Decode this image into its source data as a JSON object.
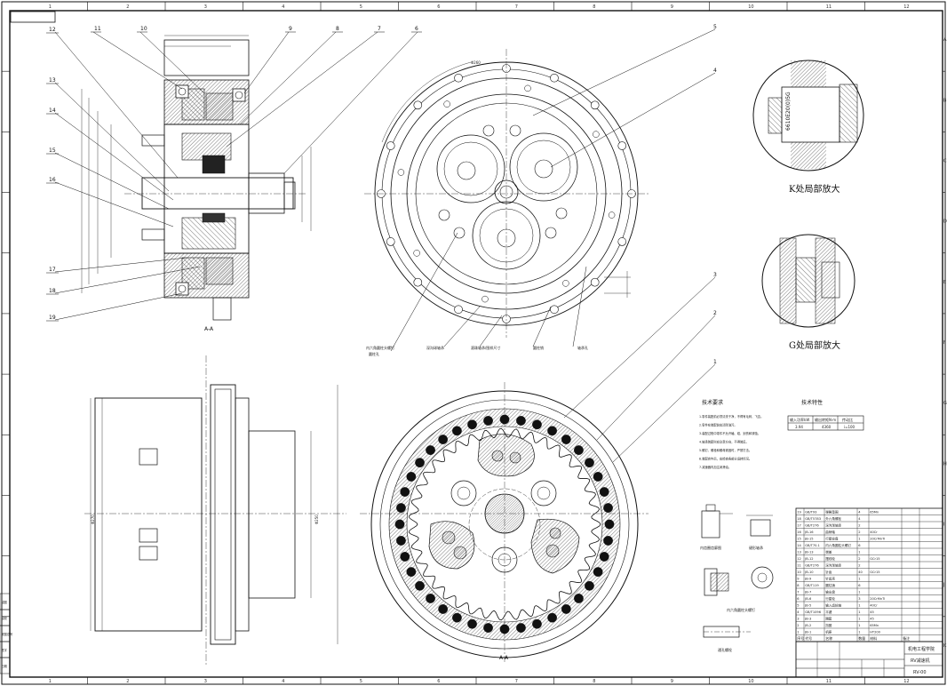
{
  "border": {
    "col_numbers": [
      "1",
      "2",
      "3",
      "4",
      "5",
      "6",
      "7",
      "8",
      "9",
      "10",
      "11",
      "12"
    ],
    "row_letters": [
      "A",
      "B",
      "C",
      "D",
      "E",
      "F",
      "G",
      "H",
      "I",
      "J",
      "K"
    ]
  },
  "section_view": {
    "callouts_left": [
      "12",
      "13",
      "14",
      "15",
      "16",
      "17",
      "18",
      "19"
    ],
    "callouts_top": [
      "11",
      "10",
      "9",
      "8",
      "7",
      "6"
    ],
    "section_label": "A-A"
  },
  "front_view": {
    "callouts": [
      "5",
      "4"
    ],
    "notes": [
      "内六角圆柱头螺钉",
      "深沟球轴承",
      "滚珠轴承/图样尺寸",
      "圆柱销",
      "轴承孔",
      "圆柱孔"
    ],
    "dimension_text": "Φ260"
  },
  "detail_k": {
    "part_text": "6610E20(0)5G",
    "title": "K处局部放大"
  },
  "detail_g": {
    "title": "G处局部放大"
  },
  "cross_section": {
    "callouts": [
      "3",
      "2",
      "1"
    ],
    "label": "A-A"
  },
  "side_view": {
    "dims": [
      "Φ270",
      "Φ250"
    ]
  },
  "tech_requirements": {
    "title": "技术要求",
    "lines": [
      "1.零件装配前必须清洗干净，不得有毛刺、飞边。",
      "2.零件在装配前应清除油污。",
      "3.装配过程中零件不允许磕、碰、划伤和锈蚀。",
      "4.轴承装配时应注意方向，不得装反。",
      "5.螺钉、螺栓和螺母紧固时，严禁打击。",
      "6.装配完毕后，应检查各部分运转情况。",
      "7.减速器内加注润滑油。"
    ]
  },
  "tech_specs": {
    "title": "技术特性",
    "headers": [
      "输入功率kW",
      "输出转矩N·m",
      "传动比"
    ],
    "values": [
      "3.94",
      "4360",
      "i=100"
    ]
  },
  "small_parts": [
    {
      "label": "内齿圈齿廓图"
    },
    {
      "label": "键形轴承"
    },
    {
      "label": "内六角圆柱头螺钉"
    },
    {
      "label": "通孔螺栓"
    }
  ],
  "bom": {
    "rows": [
      [
        "19",
        "GB/T93",
        "弹簧垫圈",
        "4",
        "65Mn",
        ""
      ],
      [
        "18",
        "GB/T5783",
        "外六角螺栓",
        "4",
        "",
        ""
      ],
      [
        "17",
        "GB/T276",
        "深沟球轴承",
        "2",
        "",
        ""
      ],
      [
        "16",
        "JB-16",
        "曲柄轴",
        "2",
        "40Cr",
        ""
      ],
      [
        "15",
        "JB-15",
        "行星轮盘",
        "1",
        "20CrMnTi",
        ""
      ],
      [
        "14",
        "GB/T70.1",
        "内六角圆柱头螺钉",
        "6",
        "",
        ""
      ],
      [
        "13",
        "JB-13",
        "端盖",
        "1",
        "",
        ""
      ],
      [
        "12",
        "JB-12",
        "摆线轮",
        "2",
        "GCr15",
        ""
      ],
      [
        "11",
        "GB/T276",
        "深沟球轴承",
        "2",
        "",
        ""
      ],
      [
        "10",
        "JB-10",
        "针齿",
        "40",
        "GCr15",
        ""
      ],
      [
        "9",
        "JB-9",
        "针齿壳",
        "1",
        "",
        ""
      ],
      [
        "8",
        "GB/T119",
        "圆柱销",
        "6",
        "",
        ""
      ],
      [
        "7",
        "JB-7",
        "输出盘",
        "1",
        "",
        ""
      ],
      [
        "6",
        "JB-6",
        "行星轮",
        "3",
        "20CrMnTi",
        ""
      ],
      [
        "5",
        "JB-5",
        "输入齿轮轴",
        "1",
        "40Cr",
        ""
      ],
      [
        "4",
        "GB/T1096",
        "平键",
        "1",
        "45",
        ""
      ],
      [
        "3",
        "JB-3",
        "隔套",
        "1",
        "45",
        ""
      ],
      [
        "2",
        "JB-2",
        "挡圈",
        "1",
        "65Mn",
        ""
      ],
      [
        "1",
        "JB-1",
        "机座",
        "1",
        "HT200",
        ""
      ]
    ],
    "header": [
      "序号",
      "代号",
      "名称",
      "数量",
      "材料",
      "备注"
    ]
  },
  "title_block": {
    "school": "机电工程学院",
    "drawing_name": "RV减速机",
    "drawing_no": "RV-00"
  },
  "left_strip": [
    "描图",
    "描校",
    "底图总号",
    "签字",
    "日期"
  ]
}
